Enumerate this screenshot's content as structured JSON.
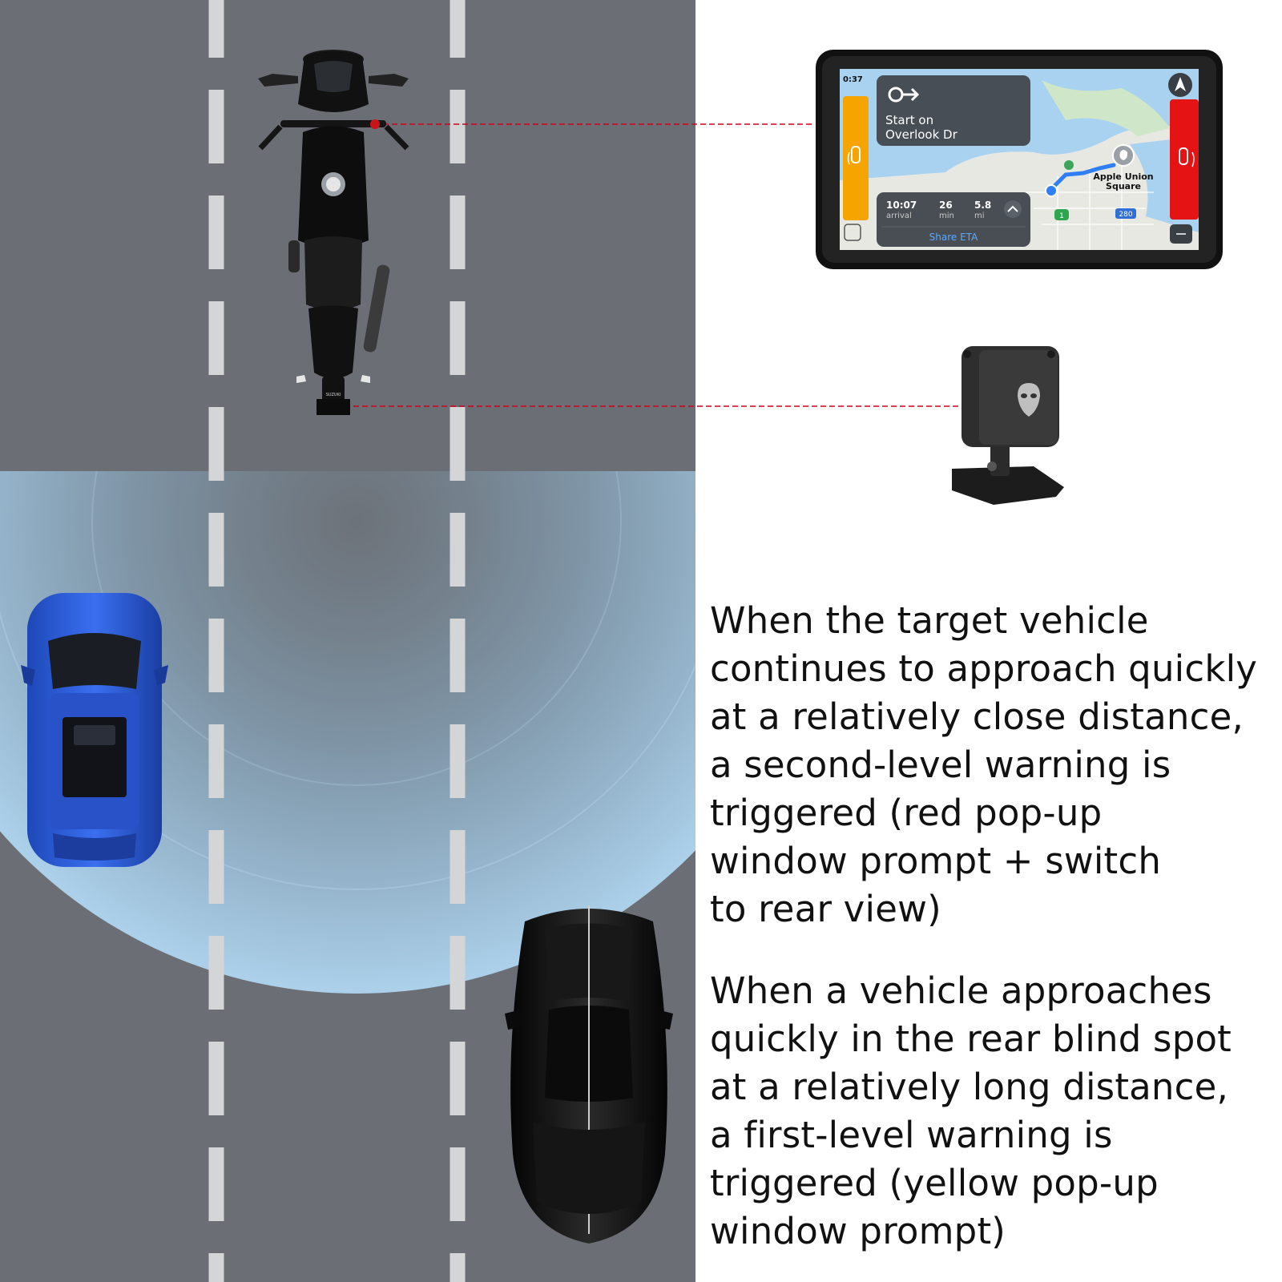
{
  "colors": {
    "road": "#6b6f75",
    "lane_marking": "#d4d5d7",
    "detection_zone": "#9fd3f7",
    "first_level_warning": "#f5a400",
    "second_level_warning": "#e51313",
    "connector_line": "#d0021b",
    "map_water": "#a9d2f0",
    "map_land": "#e8e8e3",
    "route": "#2f7ef5"
  },
  "icons": {
    "turn": "turn-right-arrow-icon",
    "car_alert": "car-alert-icon",
    "compass": "compass-arrow-icon",
    "apple_pin": "apple-logo-pin-icon",
    "chevron": "chevron-up-icon",
    "camera_logo": "alien-head-logo-icon"
  },
  "display": {
    "status_time": "0:37",
    "instruction_line1": "Start on",
    "instruction_line2": "Overlook Dr",
    "arrival_value": "10:07",
    "arrival_label": "arrival",
    "minutes_value": "26",
    "minutes_label": "min",
    "distance_value": "5.8",
    "distance_label": "mi",
    "share_eta": "Share ETA",
    "destination_line1": "Apple Union",
    "destination_line2": "Square",
    "highway_shield": "280",
    "route_shield": "1"
  },
  "labels": {
    "motorcycle_plate": "SUZUKI"
  },
  "descriptions": {
    "second_level": [
      "When the target vehicle",
      "continues to approach quickly",
      "at a relatively close distance,",
      "a second-level warning is",
      "triggered (red pop-up",
      "window prompt + switch",
      "to rear view)"
    ],
    "first_level": [
      "When a vehicle approaches",
      "quickly in the rear blind spot",
      "at a relatively long distance,",
      "a first-level warning is",
      "triggered (yellow pop-up",
      "window prompt)"
    ]
  }
}
